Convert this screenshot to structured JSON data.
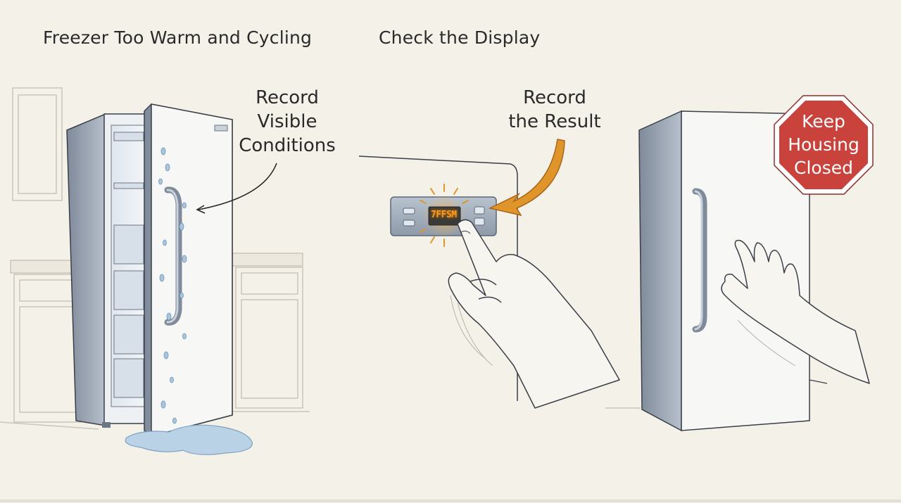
{
  "panels": [
    {
      "title": "Freezer Too Warm and Cycling",
      "callout_lines": [
        "Record",
        "Visible",
        "Conditions"
      ]
    },
    {
      "title": "Check the Display",
      "callout_lines": [
        "Record",
        "the Result"
      ],
      "display_code": "7FFSM"
    },
    {
      "sign_lines": [
        "Keep",
        "Housing",
        "Closed"
      ]
    }
  ],
  "colors": {
    "background": "#f4f1e9",
    "appliance_body": "#f7f7f5",
    "appliance_side": "#8d98a8",
    "water": "#a9c6de",
    "arrow_orange": "#e0952b",
    "stop_sign": "#c9423b",
    "display_glow": "#ff9a1a",
    "line_ink": "#3a3f47"
  },
  "icons": [
    "freezer-open",
    "water-droplets",
    "water-puddle",
    "control-panel",
    "pointing-hand",
    "curved-arrow",
    "stop-sign",
    "freezer-closed",
    "flat-hand"
  ]
}
